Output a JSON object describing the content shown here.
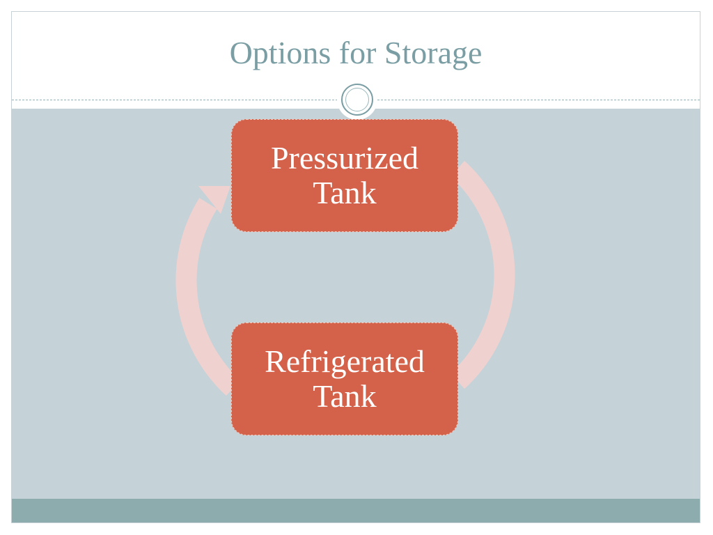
{
  "slide": {
    "title": "Options for Storage"
  },
  "diagram": {
    "type": "cycle",
    "nodes": [
      {
        "label": "Pressurized\nTank"
      },
      {
        "label": "Refrigerated\nTank"
      }
    ]
  },
  "colors": {
    "title": "#7a9ea3",
    "content_background": "#c5d2d8",
    "footer_band": "#8cacae",
    "node_fill": "#d4624a",
    "cycle_arrow": "#efd2d0"
  }
}
